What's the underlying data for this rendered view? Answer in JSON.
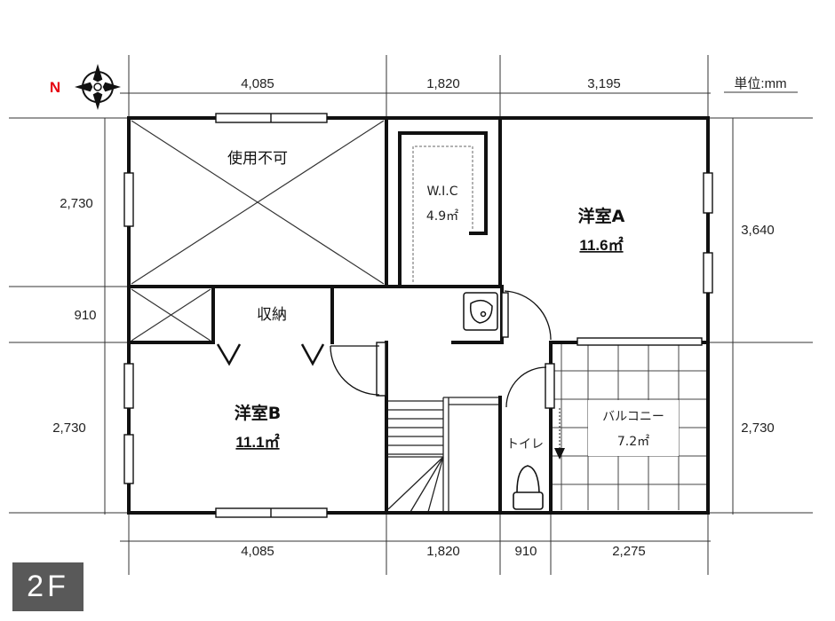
{
  "compass": {
    "north_label": "N",
    "accent_color": "#e60012",
    "icon": "compass-rose-icon"
  },
  "unit_label": "単位:mm",
  "dimensions": {
    "top": [
      "4,085",
      "1,820",
      "3,195"
    ],
    "bottom": [
      "4,085",
      "1,820",
      "910",
      "2,275"
    ],
    "left": [
      "2,730",
      "910",
      "2,730"
    ],
    "right": [
      "3,640",
      "2,730"
    ]
  },
  "rooms": {
    "unusable": {
      "label": "使用不可"
    },
    "wic": {
      "label": "W.I.C",
      "area": "4.9㎡"
    },
    "western_a": {
      "label": "洋室A",
      "area": "11.6㎡"
    },
    "storage": {
      "label": "収納"
    },
    "western_b": {
      "label": "洋室B",
      "area": "11.1㎡"
    },
    "toilet": {
      "label": "トイレ"
    },
    "balcony": {
      "label": "バルコニー",
      "area": "7.2㎡"
    }
  },
  "floor": {
    "label": "2F",
    "badge_color": "#595959"
  }
}
